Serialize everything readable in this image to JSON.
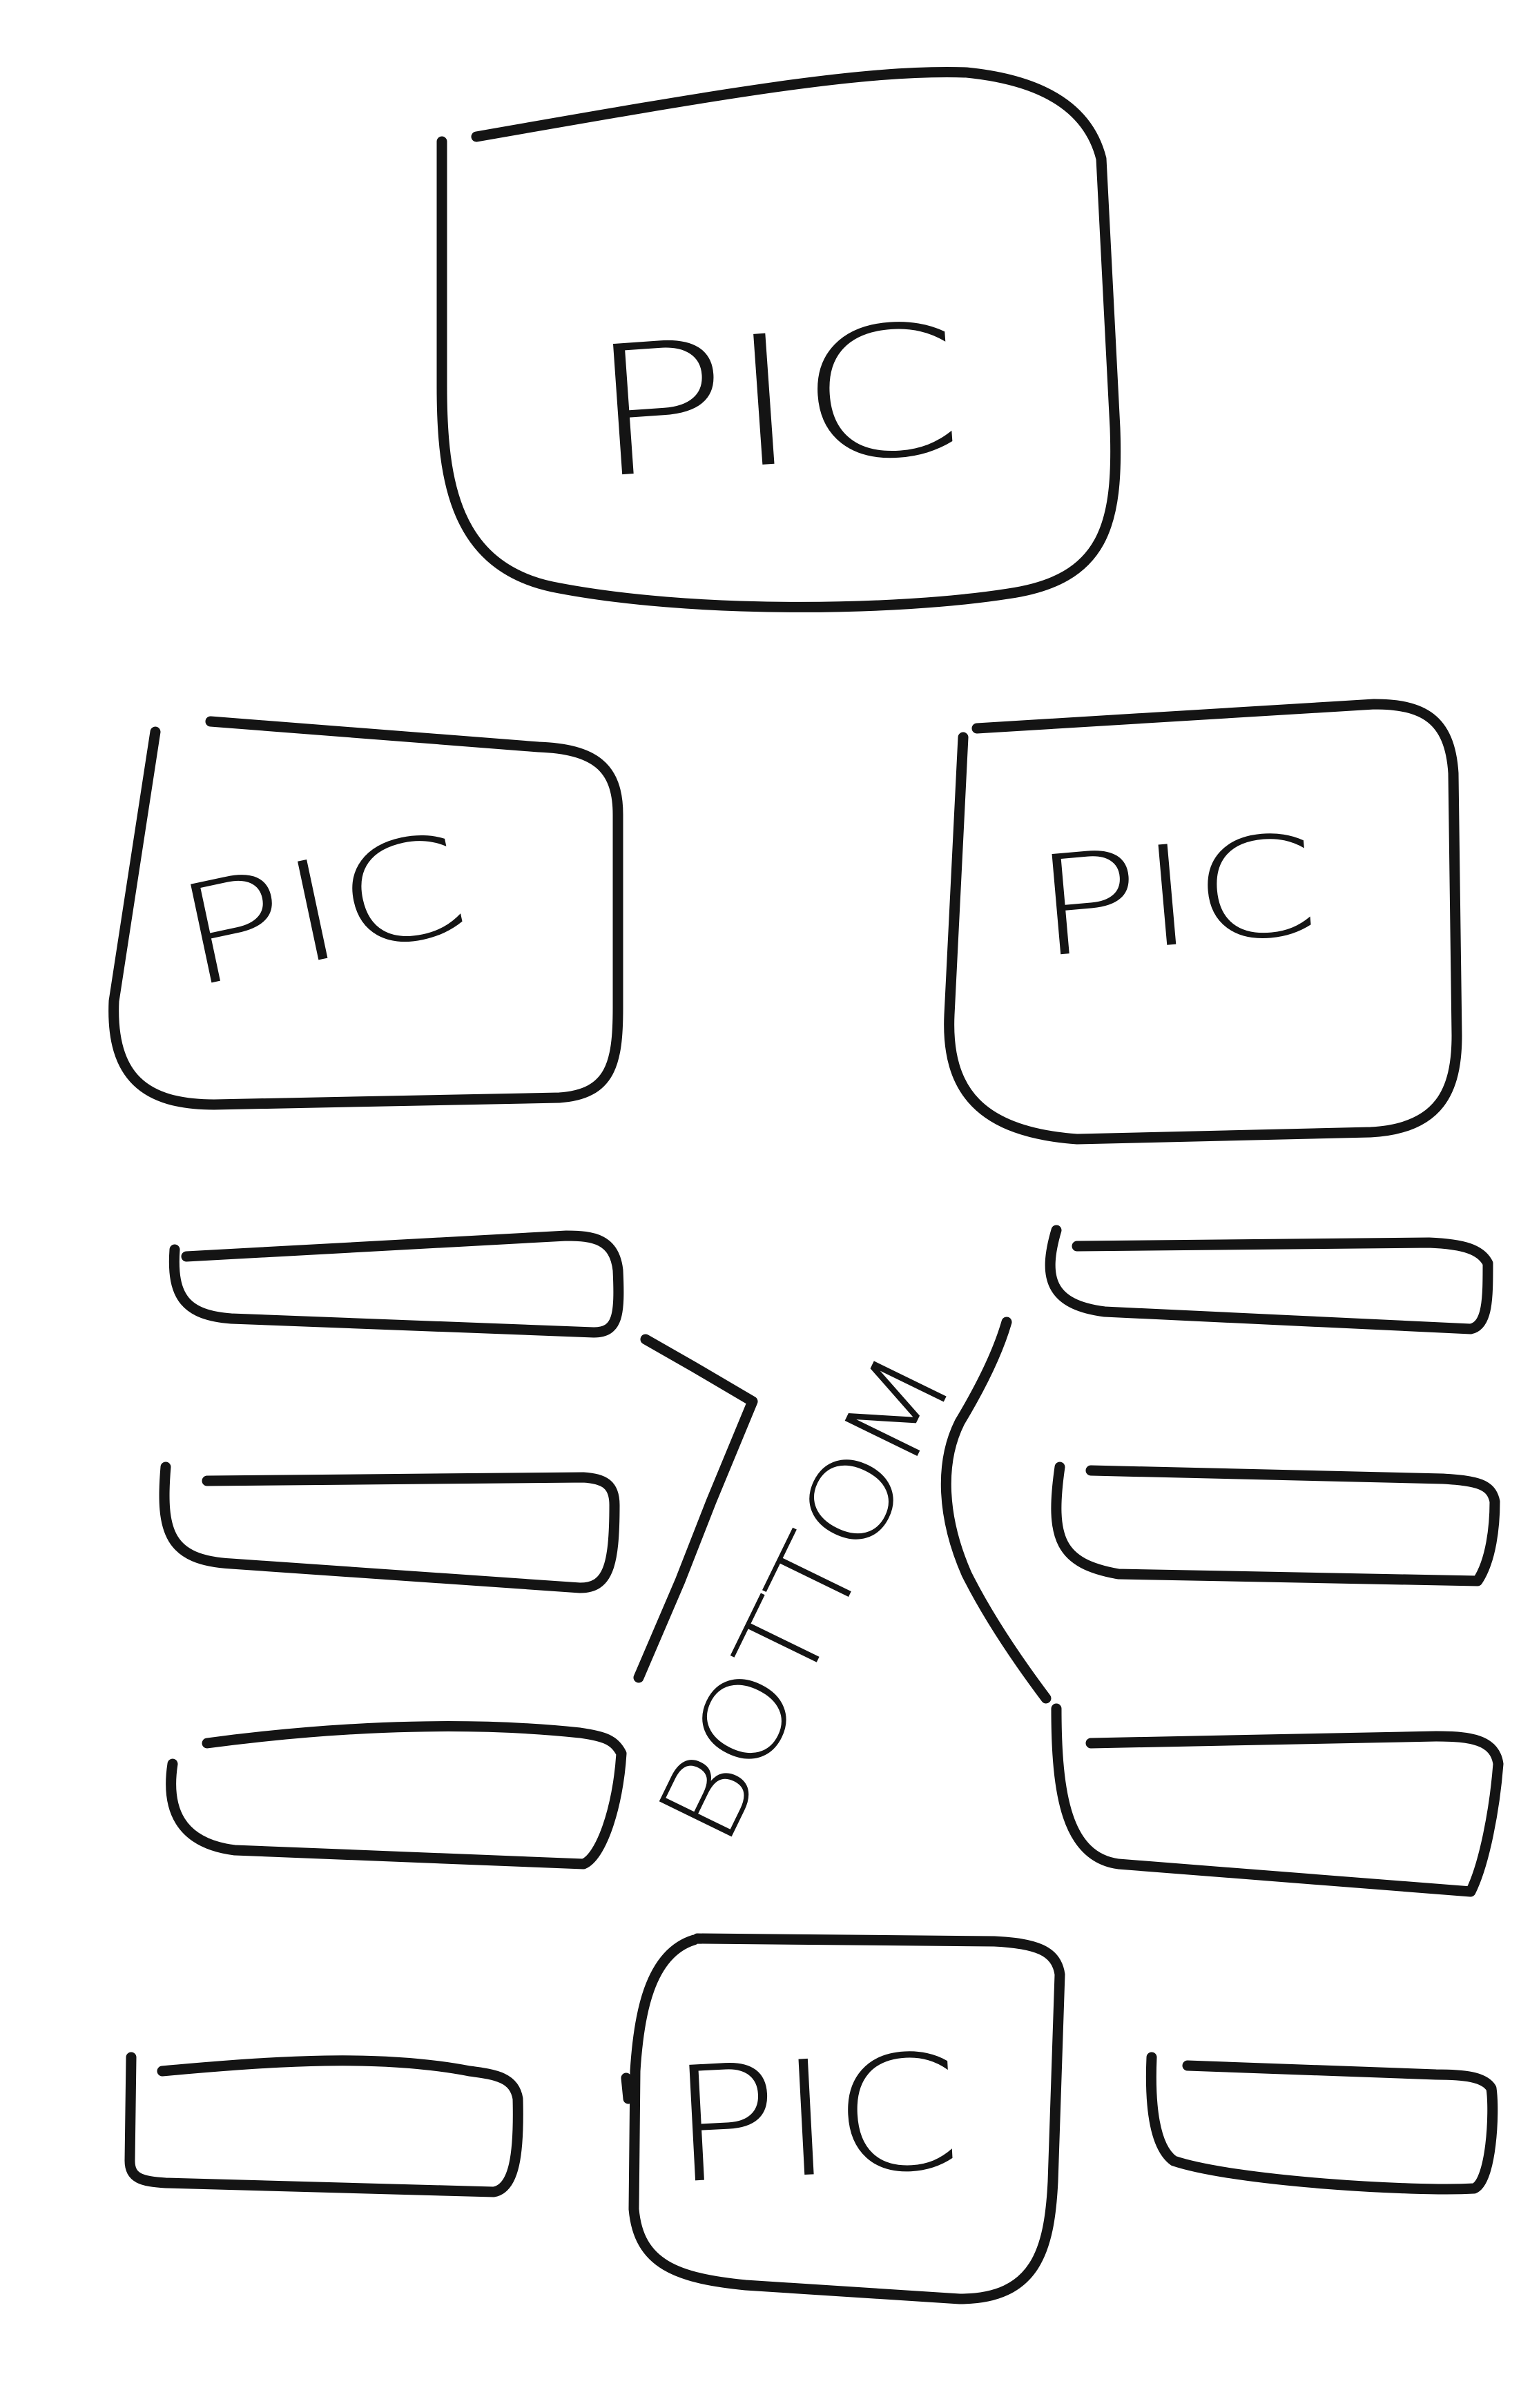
{
  "sketch": {
    "picture_label": "PIC",
    "bottom_label": "BOTTOM",
    "ink_color": "#141414",
    "background_color": "#ffffff",
    "picture_boxes": [
      {
        "id": "top",
        "label": "PIC"
      },
      {
        "id": "middle-left",
        "label": "PIC"
      },
      {
        "id": "middle-right",
        "label": "PIC"
      },
      {
        "id": "bottom-center",
        "label": "PIC"
      }
    ],
    "left_button_count": 3,
    "right_button_count": 3,
    "bottom_row_button_count": 2
  }
}
